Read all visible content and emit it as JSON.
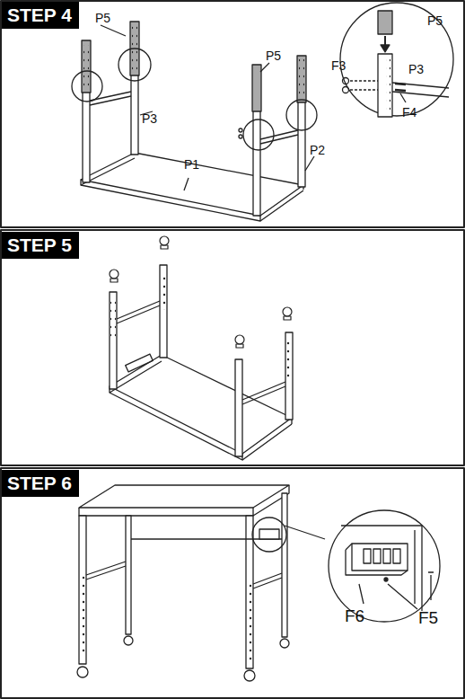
{
  "diagram": {
    "nodes": [
      {
        "text": [
          "STEP 4"
        ]
      },
      {
        "text": [
          "STEP 5"
        ]
      },
      {
        "text": [
          "STEP 6"
        ]
      }
    ],
    "labels": [
      "P5",
      "P5",
      "P3",
      "P1",
      "P2",
      "P5",
      "F3",
      "P3",
      "F4",
      "F6",
      "F5"
    ]
  }
}
